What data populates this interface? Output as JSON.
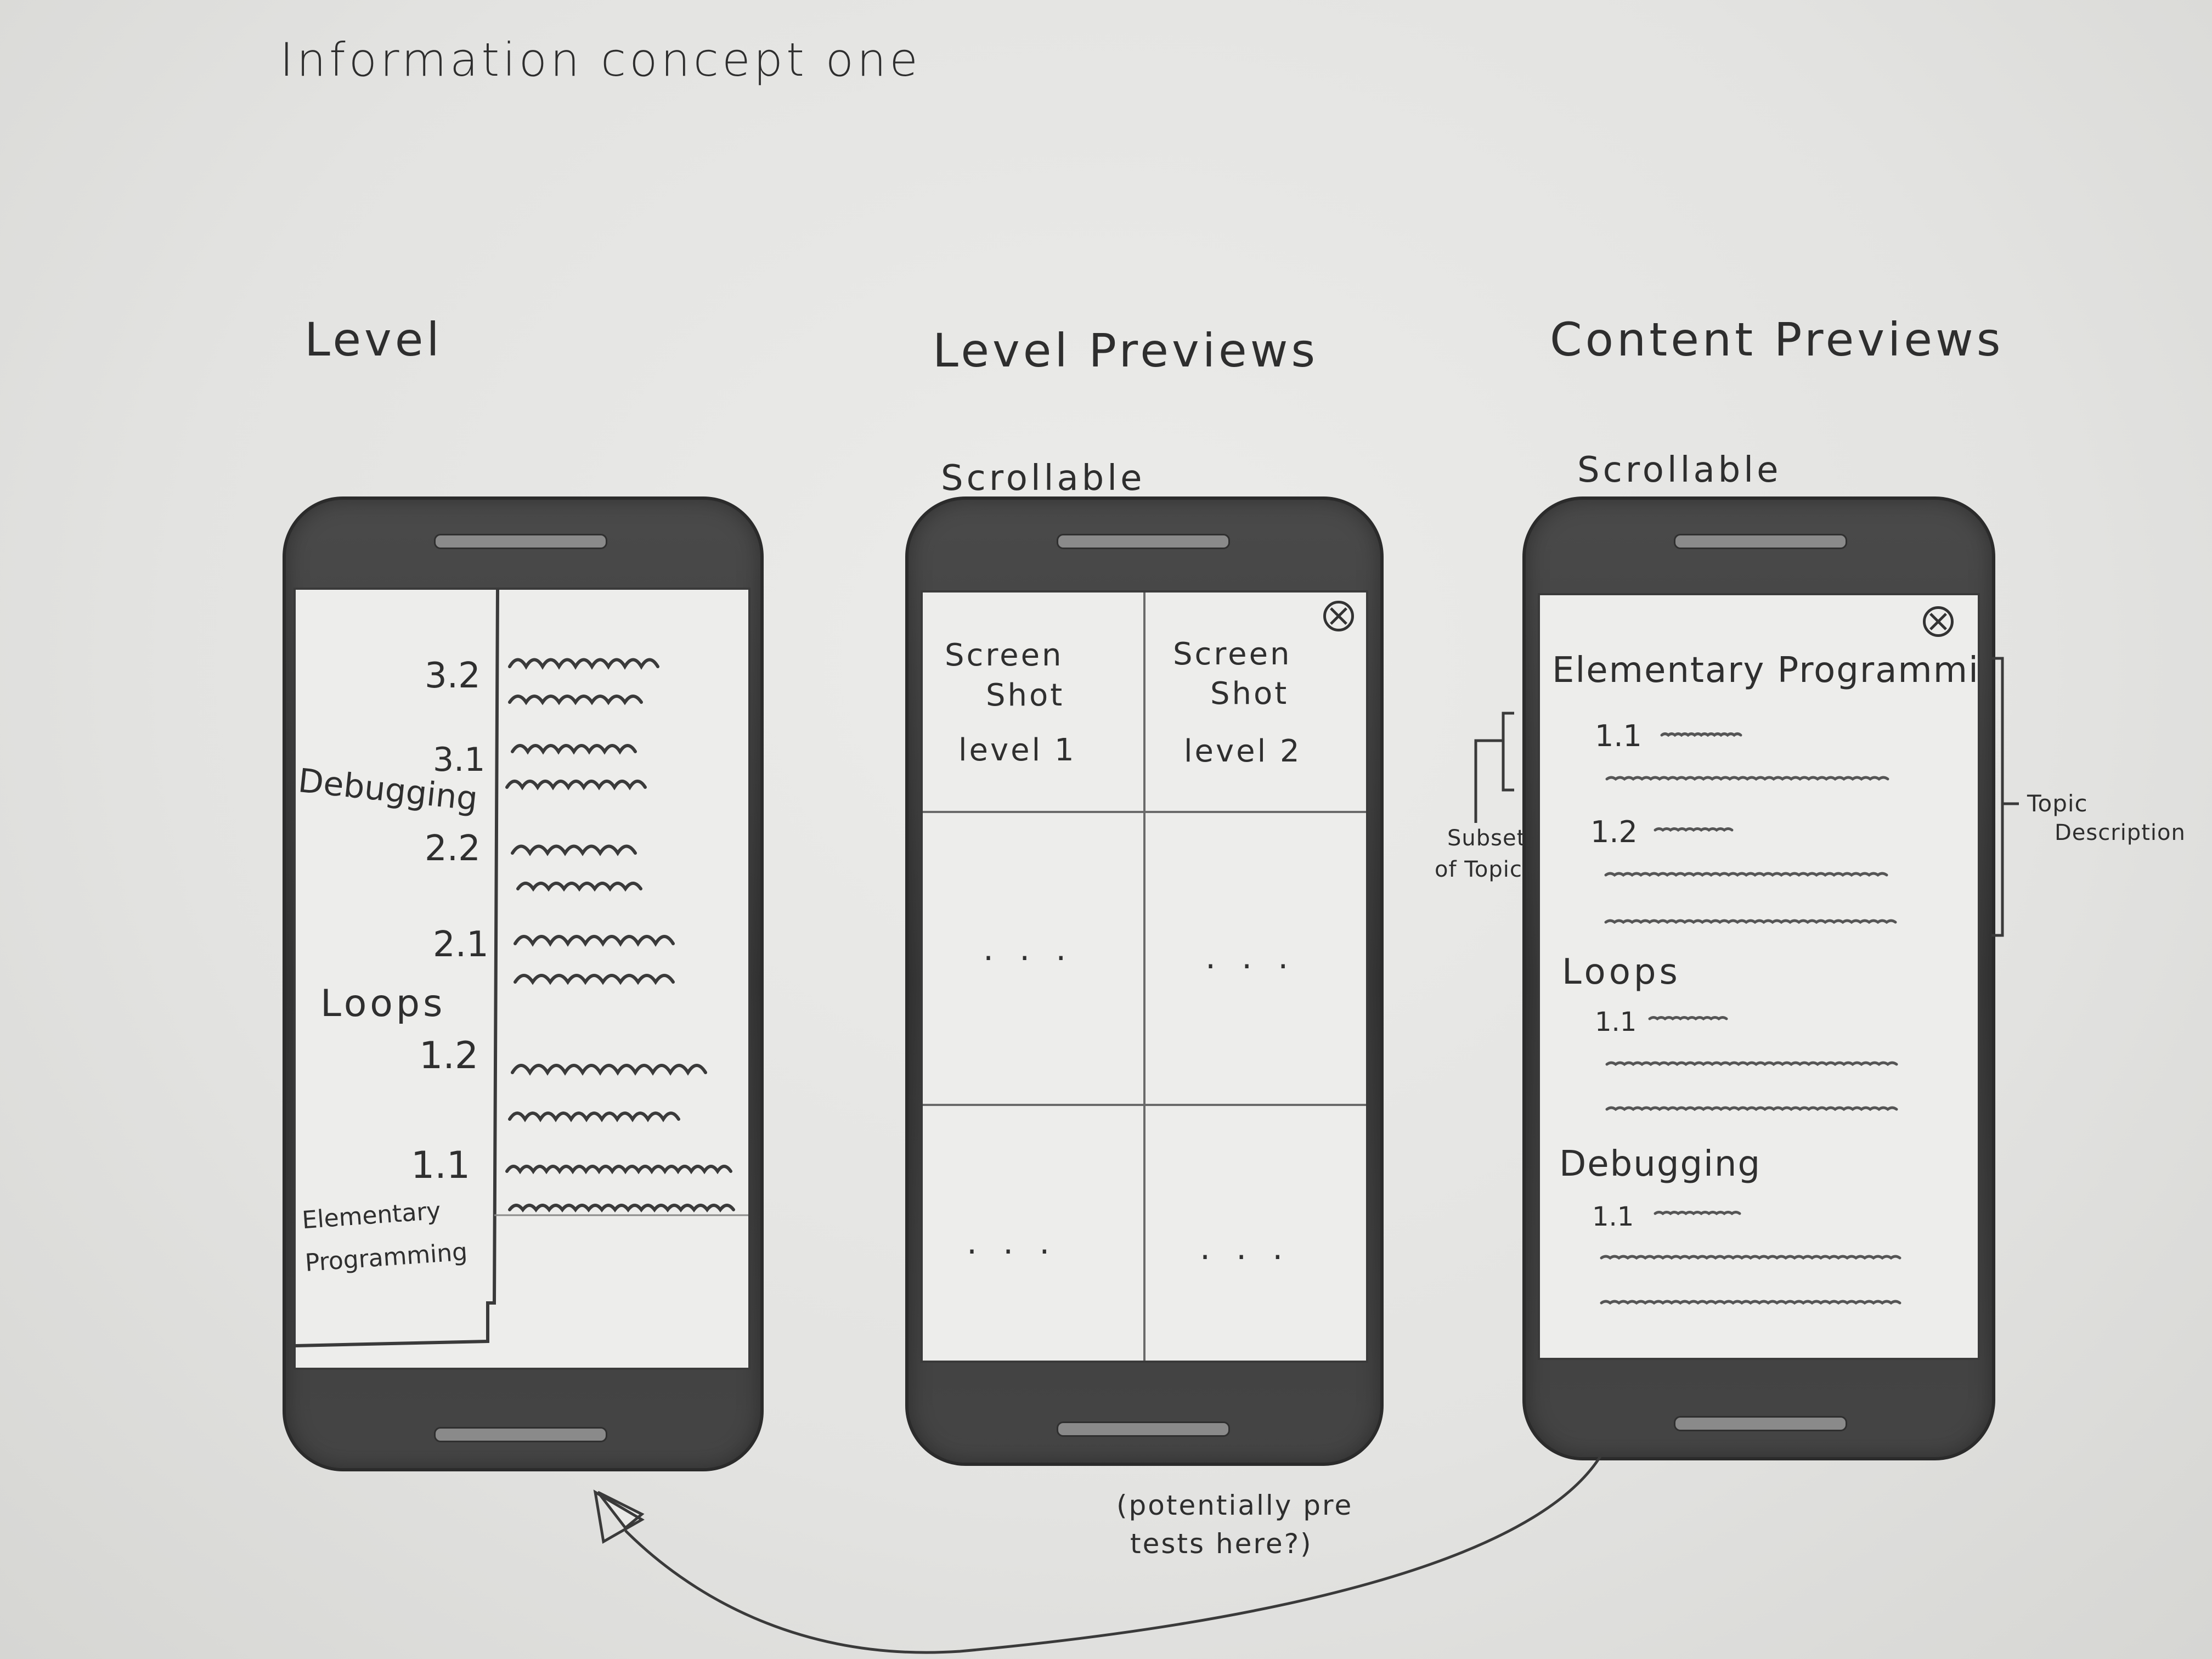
{
  "title": "Information concept one",
  "columns": {
    "level": {
      "heading": "Level"
    },
    "level_previews": {
      "heading": "Level Previews",
      "note": "Scrollable"
    },
    "content_previews": {
      "heading": "Content Previews",
      "note": "Scrollable"
    }
  },
  "phone1": {
    "numbers": [
      "3.2",
      "3.1",
      "2.2",
      "2.1",
      "1.2",
      "1.1"
    ],
    "sections": [
      "Debugging",
      "Loops",
      "Elementary Programming"
    ]
  },
  "phone2": {
    "cells": [
      {
        "line1": "Screen",
        "line2": "Shot",
        "line3": "level 1"
      },
      {
        "line1": "Screen",
        "line2": "Shot",
        "line3": "level 2"
      }
    ],
    "ellipsis": ". . ."
  },
  "phone3": {
    "topics": [
      {
        "name": "Elementary Programming",
        "subs": [
          "1.1",
          "1.2"
        ]
      },
      {
        "name": "Loops",
        "subs": [
          "1.1"
        ]
      },
      {
        "name": "Debugging",
        "subs": [
          "1.1"
        ]
      }
    ],
    "annotations": {
      "left_line1": "Subset",
      "left_line2": "of Topic",
      "right_line1": "Topic",
      "right_line2": "Description"
    }
  },
  "bottom_note": {
    "line1": "(potentially pre",
    "line2": "tests here?)"
  }
}
